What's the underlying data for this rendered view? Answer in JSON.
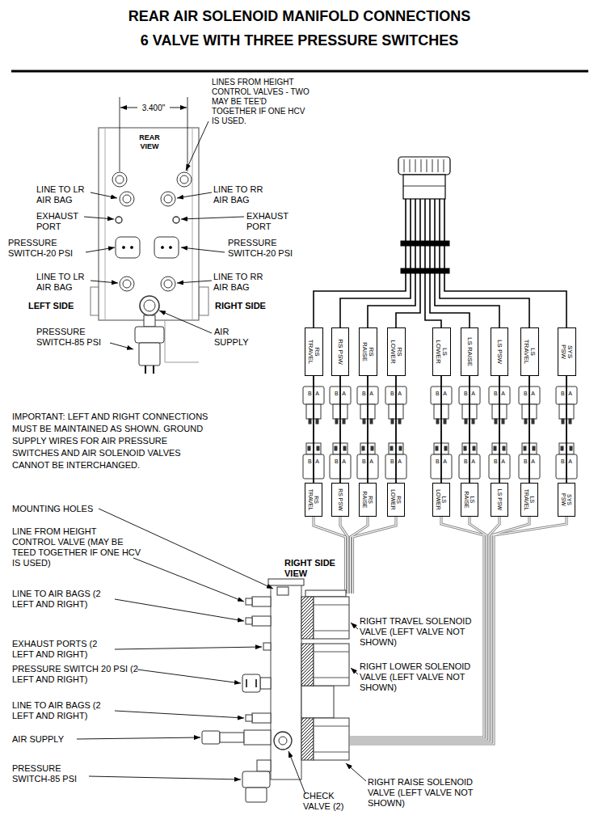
{
  "diagram": {
    "title": "REAR AIR SOLENOID MANIFOLD CONNECTIONS 6 VALVE WITH THREE PRESSURE SWITCHES",
    "nodes": [
      {
        "text": [
          "RS TRAVEL"
        ]
      },
      {
        "text": [
          "RS PSW"
        ]
      },
      {
        "text": [
          "RS RAISE"
        ]
      },
      {
        "text": [
          "RS LOWER"
        ]
      },
      {
        "text": [
          "LS LOWER"
        ]
      },
      {
        "text": [
          "LS RAISE"
        ]
      },
      {
        "text": [
          "LS PSW"
        ]
      },
      {
        "text": [
          "LS TRAVEL"
        ]
      },
      {
        "text": [
          "SYS PSW"
        ]
      },
      {
        "text": [
          "RS TRAVEL"
        ]
      },
      {
        "text": [
          "RS PSW"
        ]
      },
      {
        "text": [
          "RS RAISE"
        ]
      },
      {
        "text": [
          "RS LOWER"
        ]
      },
      {
        "text": [
          "LS LOWER"
        ]
      },
      {
        "text": [
          "LS RAISE"
        ]
      },
      {
        "text": [
          "LS PSW"
        ]
      },
      {
        "text": [
          "LS TRAVEL"
        ]
      },
      {
        "text": [
          "SYS PSW"
        ]
      }
    ],
    "edges": [
      {
        "from": 0,
        "to": 9,
        "arrow": "none"
      },
      {
        "from": 1,
        "to": 10,
        "arrow": "none"
      },
      {
        "from": 2,
        "to": 11,
        "arrow": "none"
      },
      {
        "from": 3,
        "to": 12,
        "arrow": "none"
      },
      {
        "from": 4,
        "to": 13,
        "arrow": "none"
      },
      {
        "from": 5,
        "to": 14,
        "arrow": "none"
      },
      {
        "from": 6,
        "to": 15,
        "arrow": "none"
      },
      {
        "from": 7,
        "to": 16,
        "arrow": "none"
      },
      {
        "from": 8,
        "to": 17,
        "arrow": "none"
      }
    ],
    "labels": [
      "3.400\"",
      "LINES FROM HEIGHT CONTROL VALVES - TWO MAY BE TEE'D TOGETHER IF ONE HCV IS USED.",
      "REAR VIEW",
      "LINE TO LR AIR BAG",
      "LINE TO RR AIR BAG",
      "EXHAUST PORT",
      "EXHAUST PORT",
      "PRESSURE SWITCH-20 PSI",
      "PRESSURE SWITCH-20 PSI",
      "LINE TO LR AIR BAG",
      "LINE TO RR AIR BAG",
      "LEFT SIDE",
      "RIGHT SIDE",
      "PRESSURE SWITCH-85 PSI",
      "AIR SUPPLY",
      "IMPORTANT: LEFT AND RIGHT CONNECTIONS MUST BE MAINTAINED AS SHOWN. GROUND SUPPLY WIRES FOR AIR PRESSURE SWITCHES AND AIR SOLENOID VALVES CANNOT BE INTERCHANGED.",
      "B A",
      "B A",
      "B A",
      "B A",
      "B A",
      "B A",
      "B A",
      "B A",
      "B A",
      "B A",
      "B A",
      "B A",
      "B A",
      "B A",
      "B A",
      "B A",
      "B A",
      "B A",
      "MOUNTING HOLES",
      "LINE FROM HEIGHT CONTROL VALVE (MAY BE TEED TOGETHER IF ONE HCV IS USED)",
      "RIGHT SIDE VIEW",
      "LINE TO AIR BAGS (2 LEFT AND RIGHT)",
      "RIGHT TRAVEL SOLENOID VALVE (LEFT VALVE NOT SHOWN)",
      "EXHAUST PORTS (2 LEFT AND RIGHT)",
      "RIGHT LOWER SOLENOID VALVE (LEFT VALVE NOT SHOWN)",
      "PRESSURE SWITCH 20 PSI (2 LEFT AND RIGHT)",
      "LINE TO AIR BAGS (2 LEFT AND RIGHT)",
      "AIR SUPPLY",
      "PRESSURE SWITCH-85 PSI",
      "CHECK VALVE (2)",
      "RIGHT RAISE SOLENOID VALVE (LEFT VALVE NOT SHOWN)"
    ]
  }
}
